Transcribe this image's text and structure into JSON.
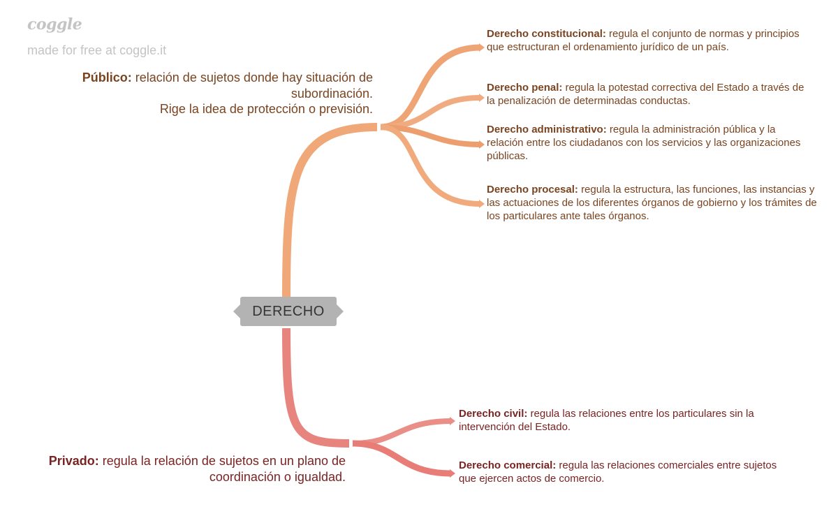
{
  "branding": {
    "logo": "coggle",
    "tagline": "made for free at coggle.it"
  },
  "colors": {
    "public_branch": "#eea474",
    "private_branch": "#e8827c",
    "central_node": "#b3b3b3",
    "public_text": "#7a4421",
    "private_text": "#7a2323",
    "branding_text": "#c4c4c4"
  },
  "central": {
    "label": "DERECHO"
  },
  "public": {
    "title": "Público:",
    "lines": [
      "relación de sujetos donde hay situación de subordinación.",
      "Rige la idea de protección o previsión."
    ],
    "children": [
      {
        "title": "Derecho constitucional:",
        "text": "regula el conjunto de normas y principios que estructuran el ordenamiento jurídico de un país."
      },
      {
        "title": "Derecho penal:",
        "text": "regula la potestad correctiva del Estado a través de la penalización de determinadas conductas."
      },
      {
        "title": "Derecho administrativo:",
        "text": "regula la administración pública y la relación entre los ciudadanos con los servicios y las organizaciones públicas."
      },
      {
        "title": "Derecho procesal:",
        "text": "regula la estructura, las funciones, las instancias y las actuaciones de los diferentes órganos de gobierno y los trámites de los particulares ante tales órganos."
      }
    ]
  },
  "private": {
    "title": "Privado:",
    "text": "regula la relación de sujetos en un plano de coordinación o igualdad.",
    "children": [
      {
        "title": "Derecho civil:",
        "text": "regula las relaciones entre los particulares sin la intervención del Estado."
      },
      {
        "title": "Derecho comercial:",
        "text": "regula las relaciones comerciales entre sujetos que ejercen actos de comercio."
      }
    ]
  }
}
